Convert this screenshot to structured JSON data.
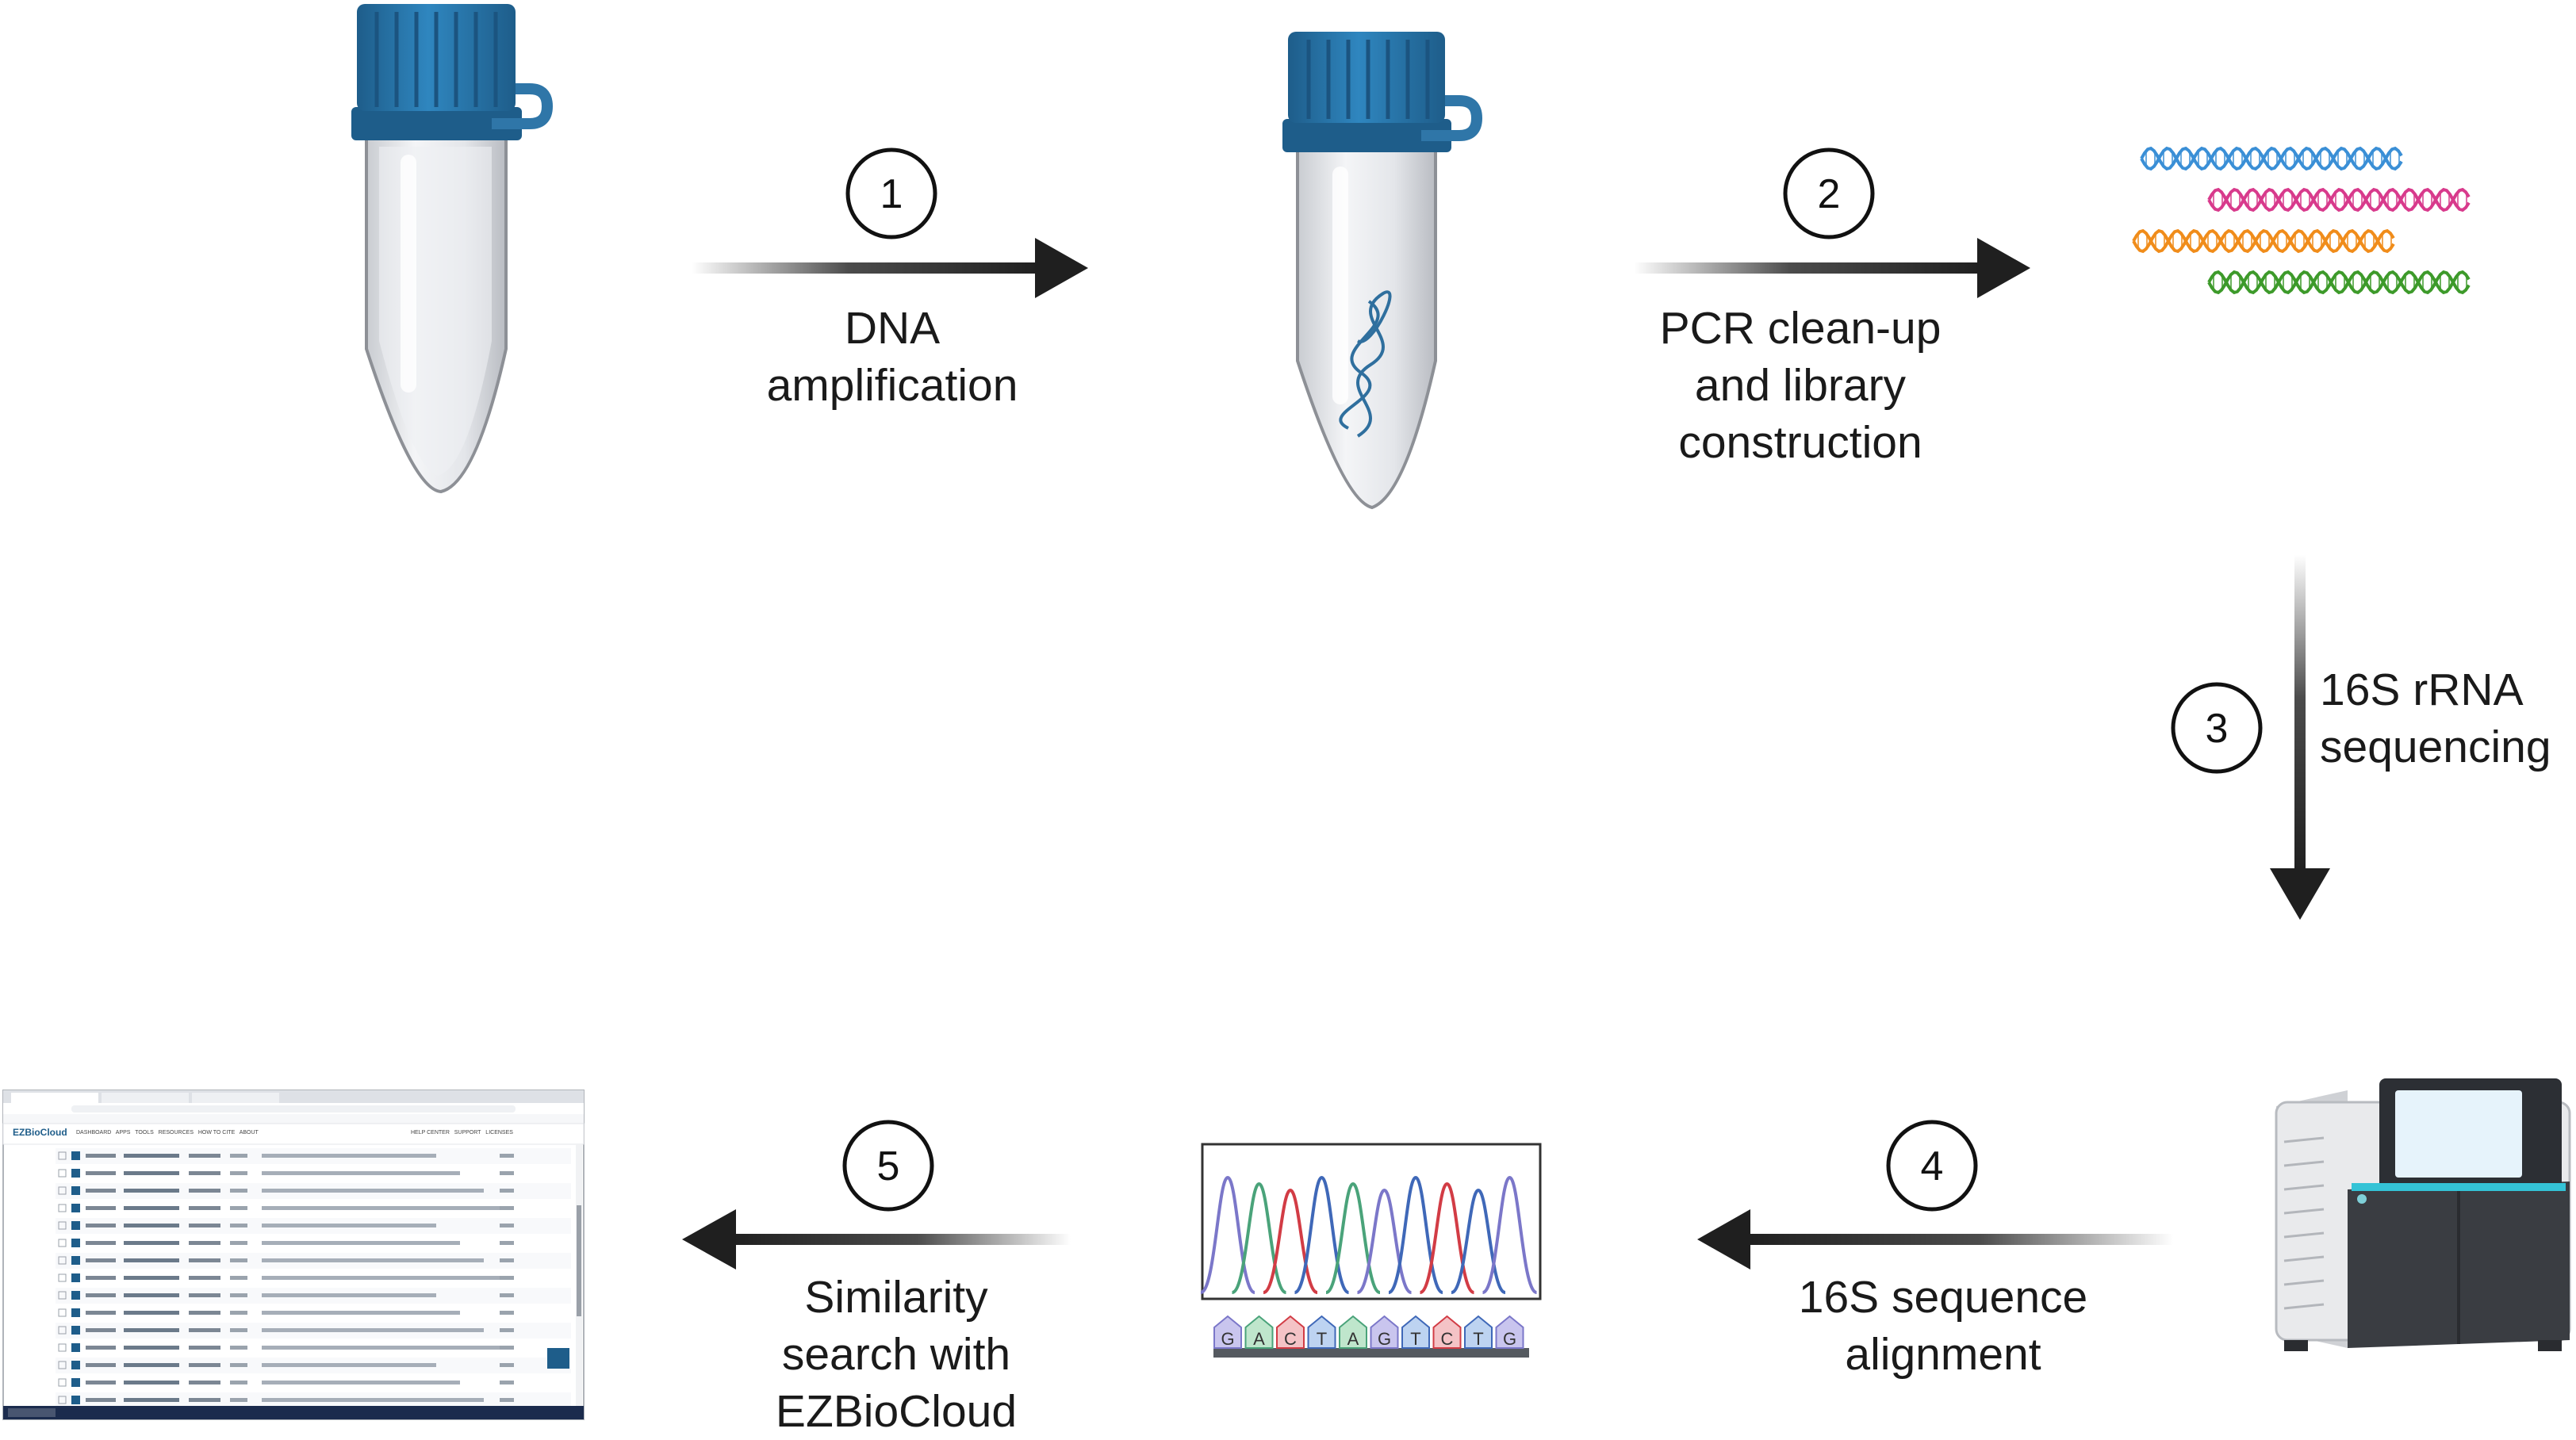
{
  "steps": [
    {
      "number": "1",
      "lines": [
        "DNA",
        "amplification"
      ]
    },
    {
      "number": "2",
      "lines": [
        "PCR clean-up",
        "and library",
        "construction"
      ]
    },
    {
      "number": "3",
      "lines": [
        "16S rRNA",
        "sequencing"
      ]
    },
    {
      "number": "4",
      "lines": [
        "16S sequence",
        "alignment"
      ]
    },
    {
      "number": "5",
      "lines": [
        "Similarity",
        "search with",
        "EZBioCloud"
      ]
    }
  ],
  "sequence_bases": [
    "G",
    "A",
    "C",
    "T",
    "A",
    "G",
    "T",
    "C",
    "T",
    "G"
  ],
  "screenshot": {
    "logo": "EZBioCloud",
    "nav": [
      "DASHBOARD",
      "APPS",
      "TOOLS",
      "RESOURCES",
      "HOW TO CITE",
      "ABOUT"
    ],
    "nav_right": [
      "HELP CENTER",
      "SUPPORT",
      "LICENSES"
    ]
  },
  "colors": {
    "cap": "#2f76a8",
    "cap_dark": "#1e5d8a",
    "arrow": "#1f1f1f",
    "dna_blue": "#3a8fd6",
    "dna_pink": "#d83a8c",
    "dna_orange": "#f08c1a",
    "dna_green": "#3d9a2a",
    "machine_body": "#e8e8ea",
    "machine_dark": "#3a3d42"
  }
}
